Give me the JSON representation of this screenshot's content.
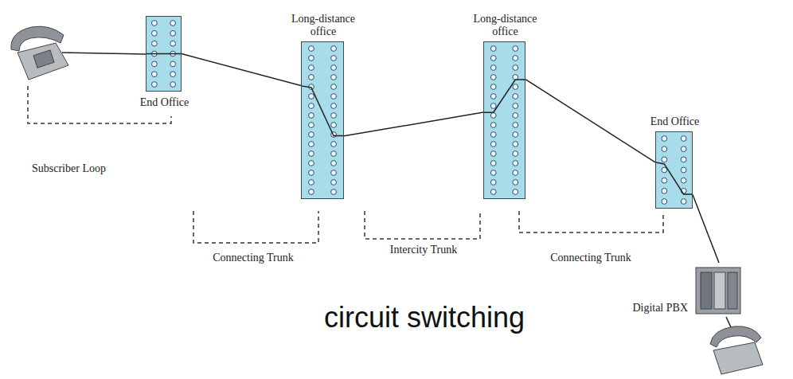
{
  "diagram": {
    "caption": "circuit switching",
    "nodes": [
      {
        "text": [
          "End Office"
        ]
      },
      {
        "text": [
          "Long-distance office"
        ]
      },
      {
        "text": [
          "Long-distance office"
        ]
      },
      {
        "text": [
          "End Office"
        ]
      },
      {
        "text": [
          "Digital PBX"
        ]
      }
    ],
    "edges": [
      {
        "from": 0,
        "to": 1,
        "arrow": "none"
      },
      {
        "from": 1,
        "to": 2,
        "arrow": "none"
      },
      {
        "from": 2,
        "to": 3,
        "arrow": "none"
      },
      {
        "from": 3,
        "to": 4,
        "arrow": "none"
      }
    ],
    "labels": [
      "Subscriber Loop",
      "Connecting Trunk",
      "Intercity Trunk",
      "Connecting Trunk"
    ]
  }
}
